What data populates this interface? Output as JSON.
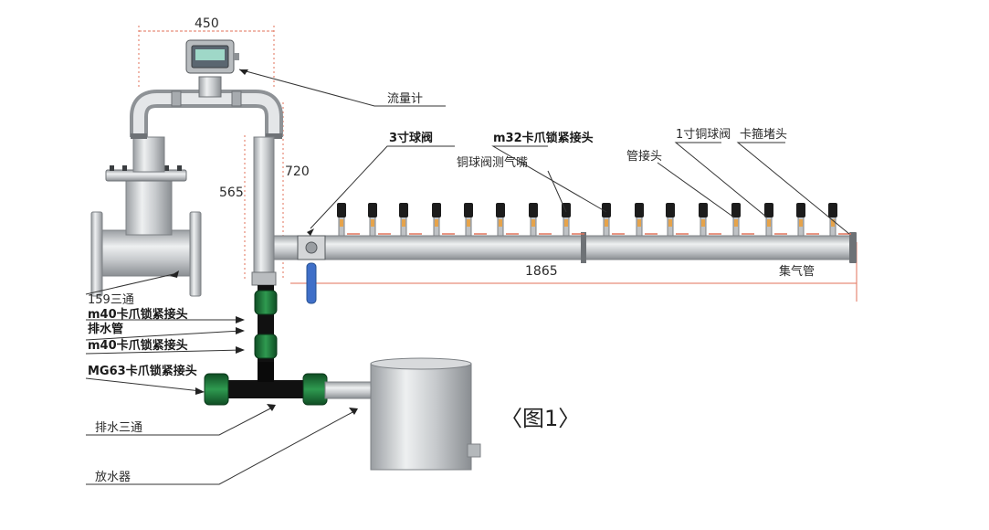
{
  "dimensions": {
    "top_width": "450",
    "inner_height": "565",
    "outer_height": "720",
    "manifold_length": "1865"
  },
  "labels": {
    "flowmeter": "流量计",
    "ball_valve_3in": "3寸球阀",
    "m32_coupling": "m32卡爪锁紧接头",
    "copper_valve_test_nozzle": "铜球阀测气嘴",
    "pipe_joint": "管接头",
    "copper_ball_valve_1in": "1寸铜球阀",
    "clamp_plug": "卡箍堵头",
    "gas_manifold": "集气管",
    "tee_159": "159三通",
    "m40_coupling_1": "m40卡爪锁紧接头",
    "drain_pipe": "排水管",
    "m40_coupling_2": "m40卡爪锁紧接头",
    "mg63_coupling": "MG63卡爪锁紧接头",
    "drain_tee": "排水三通",
    "water_discharger": "放水器"
  },
  "figure_caption": "〈图1〉",
  "colors": {
    "steel": "#c9ccce",
    "steel_dark": "#8e9296",
    "pipe_green": "#1f7a3c",
    "dim_line": "#e0725a",
    "valve_blue": "#3f6fc8",
    "leader": "#333333"
  }
}
